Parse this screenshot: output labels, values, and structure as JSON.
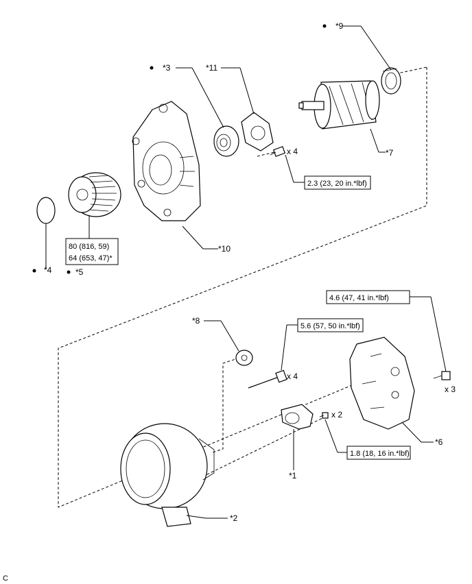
{
  "callouts": {
    "c1": "*1",
    "c2": "*2",
    "c3": "*3",
    "c4": "*4",
    "c5": "*5",
    "c6": "*6",
    "c7": "*7",
    "c8": "*8",
    "c9": "*9",
    "c10": "*10",
    "c11": "*11"
  },
  "quantities": {
    "q_brush_bolts": "x 4",
    "q_through_bolts": "x 4",
    "q_regulator_screws": "x 2",
    "q_cover_nuts": "x 3"
  },
  "torque": {
    "t_brush_bolts": "2.3 (23, 20 in.*lbf)",
    "t_pulley_line1": "80 (816, 59)",
    "t_pulley_line2": "64 (653, 47)*",
    "t_cover_nuts": "4.6 (47, 41 in.*lbf)",
    "t_through_bolts": "5.6 (57, 50 in.*lbf)",
    "t_regulator_screws": "1.8 (18, 16 in.*lbf)"
  },
  "footer": {
    "code": "C"
  }
}
